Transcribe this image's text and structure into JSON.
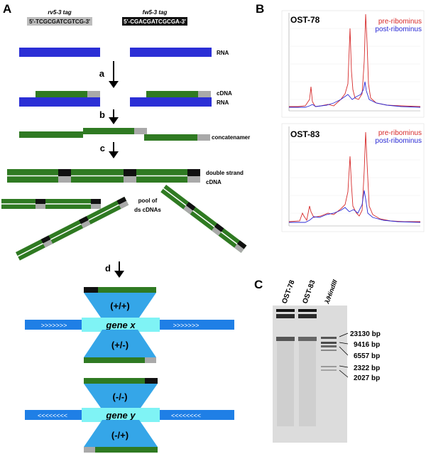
{
  "panel_a": {
    "label": "A",
    "tag_left_name": "rv5-3 tag",
    "tag_left_seq": "5'-TCGCGATCGTCG-3'",
    "tag_right_name": "fw5-3 tag",
    "tag_right_seq": "5'-CGACGATCGCGA-3'",
    "rna": "RNA",
    "cdna": "cDNA",
    "concatenamer": "concatenamer",
    "ds_line1": "double strand",
    "ds_line2": "cDNA",
    "pool_line1": "pool of",
    "pool_line2": "ds cDNAs",
    "steps": [
      "a",
      "b",
      "c",
      "d"
    ],
    "gene_x": "gene x",
    "gene_y": "gene y",
    "arrows_right": ">>>>>>>",
    "arrows_left": "<<<<<<<<",
    "orient_pp": "(+/+)",
    "orient_pm": "(+/-)",
    "orient_mm": "(-/-)",
    "orient_mp": "(-/+)",
    "colors": {
      "rna": "#2b2fd6",
      "cdna": "#2f7a22",
      "tag": "#a9a9a9",
      "tag_dark": "#111111",
      "wedge": "#35a6e8",
      "gene_box": "#7ff3f5",
      "gene_bar": "#1f7fe6"
    }
  },
  "panel_b": {
    "label": "B",
    "legend_pre": "pre-ribominus",
    "legend_post": "post-ribominus",
    "colors": {
      "pre": "#d62b2b",
      "post": "#2b2bd6"
    },
    "trace1": {
      "sample": "OST-78"
    },
    "trace2": {
      "sample": "OST-83"
    }
  },
  "panel_c": {
    "label": "C",
    "lanes": [
      "OST-78",
      "OST-83",
      "λ/HindIII"
    ],
    "markers": [
      "23130 bp",
      "9416 bp",
      "6557 bp",
      "2322 bp",
      "2027 bp"
    ]
  }
}
